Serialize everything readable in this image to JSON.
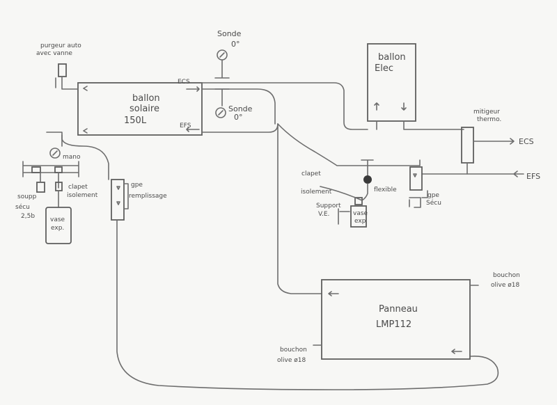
{
  "components": {
    "ballon_solaire": [
      "ballon",
      "solaire",
      "150L"
    ],
    "ballon_elec": [
      "ballon",
      "Elec"
    ],
    "panneau": [
      "Panneau",
      "LMP112"
    ],
    "purgeur": [
      "purgeur auto",
      "avec vanne"
    ],
    "sonde_top": [
      "Sonde",
      "0°"
    ],
    "sonde_bottom": [
      "Sonde",
      "0°"
    ],
    "mano": "mano",
    "soupape": [
      "soupp",
      "sécu",
      "2,5b"
    ],
    "clapet_left": [
      "clapet",
      "isolement"
    ],
    "vase_left": [
      "vase",
      "exp."
    ],
    "gpe_remplissage": [
      "gpe",
      "remplissage"
    ],
    "clapet_right": [
      "clapet",
      "isolement"
    ],
    "flexible": "flexible",
    "support_ve": [
      "Support",
      "V.E."
    ],
    "vase_right": [
      "vase",
      "exp"
    ],
    "gpe_secu": [
      "gpe",
      "Sécu"
    ],
    "mitigeur": [
      "mitigeur",
      "thermo."
    ],
    "bouchon_top": [
      "bouchon",
      "olive ø18"
    ],
    "bouchon_bottom": [
      "bouchon",
      "olive ø18"
    ]
  },
  "port_labels": {
    "ecs_tank": "ECS",
    "efs_tank": "EFS",
    "ecs_out": "ECS",
    "efs_in": "EFS"
  }
}
